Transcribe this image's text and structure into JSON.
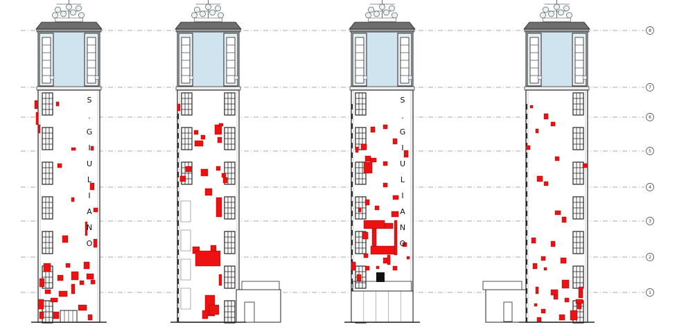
{
  "level_markers": [
    "8",
    "7",
    "6",
    "5",
    "4",
    "3",
    "2",
    "1"
  ],
  "facades": [
    {
      "id": "facade-1",
      "name_letters": [
        "S",
        ".",
        "G",
        "I",
        "U",
        "L",
        "I",
        "A",
        "N",
        "O"
      ]
    },
    {
      "id": "facade-2",
      "name_letters": []
    },
    {
      "id": "facade-3",
      "name_letters": [
        "S",
        ".",
        "G",
        "I",
        "U",
        "L",
        "I",
        "A",
        "N",
        "O"
      ]
    },
    {
      "id": "facade-4",
      "name_letters": []
    }
  ],
  "colors": {
    "damage": "#ee1111",
    "glass": "#cfe4ee",
    "line": "#222222",
    "dashed_level": "#555555",
    "roof": "#6e6e6e"
  }
}
